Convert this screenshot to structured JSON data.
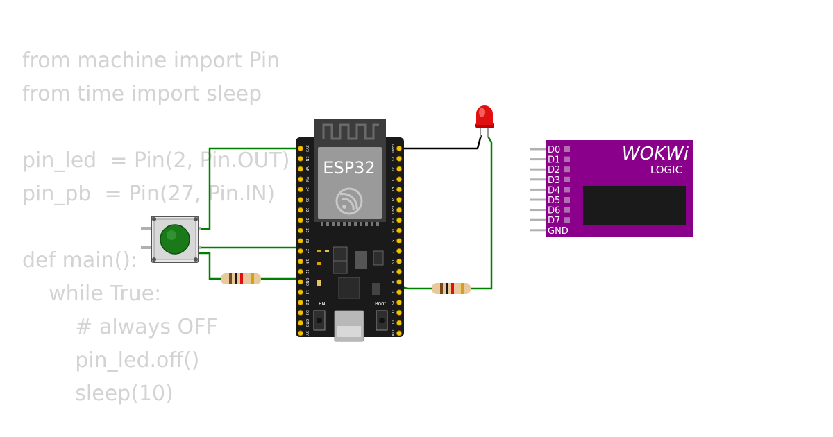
{
  "code": {
    "lines": [
      "from machine import Pin",
      "from time import sleep",
      "",
      "pin_led  = Pin(2, Pin.OUT)",
      "pin_pb  = Pin(27, Pin.IN)",
      "",
      "def main():",
      "    while True:",
      "        # always OFF",
      "        pin_led.off()",
      "        sleep(10)"
    ]
  },
  "esp32": {
    "label": "ESP32",
    "en_label": "EN",
    "boot_label": "Boot",
    "left_pins": [
      "3V3",
      "EN",
      "VP",
      "VN",
      "34",
      "35",
      "32",
      "33",
      "25",
      "26",
      "27",
      "14",
      "12",
      "GND",
      "13",
      "D2",
      "D3",
      "CMD",
      "5V"
    ],
    "right_pins": [
      "GND",
      "23",
      "22",
      "TX",
      "RX",
      "21",
      "GND",
      "19",
      "18",
      "5",
      "17",
      "16",
      "4",
      "0",
      "2",
      "15",
      "D1",
      "D0",
      "CLK"
    ]
  },
  "logic_analyzer": {
    "brand": "WOKWi",
    "subtitle": "LOGIC",
    "channels": [
      "D0",
      "D1",
      "D2",
      "D3",
      "D4",
      "D5",
      "D6",
      "D7",
      "GND"
    ]
  },
  "colors": {
    "wire_green": "#008000",
    "wire_black": "#000000",
    "board": "#1a1a1a",
    "module": "#3c3c3c",
    "analyzer": "#8b008b",
    "led": "#e01010",
    "button": "#1a7a1a",
    "code_text": "#d3d3d3"
  }
}
